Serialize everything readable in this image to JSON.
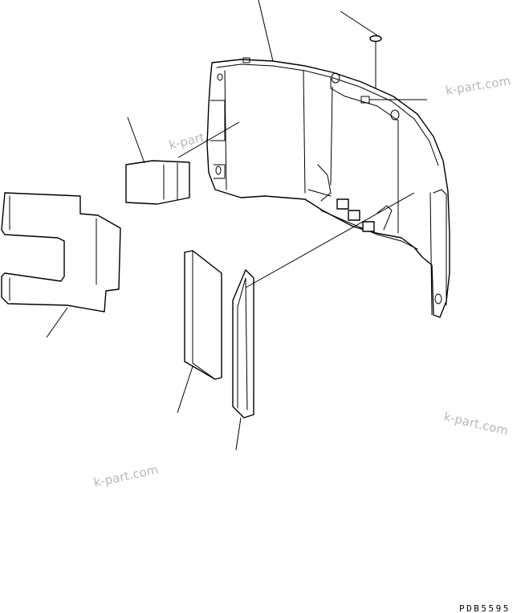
{
  "watermarks": [
    "k-part.com",
    "k-part.com",
    "k-part.com",
    "k-part.com"
  ],
  "drawing_code": "PDB5595"
}
